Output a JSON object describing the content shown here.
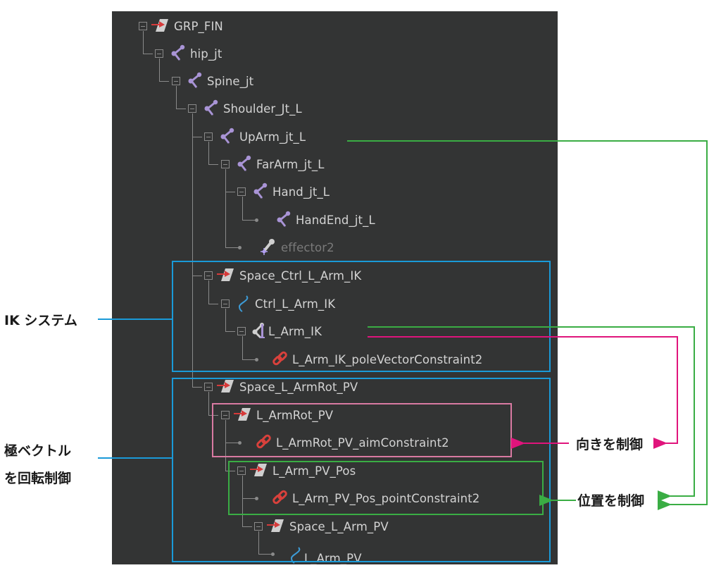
{
  "outliner": {
    "nodes": [
      {
        "label": "GRP_FIN",
        "icon": "group-transform-icon"
      },
      {
        "label": "hip_jt",
        "icon": "joint-icon"
      },
      {
        "label": "Spine_jt",
        "icon": "joint-icon"
      },
      {
        "label": "Shoulder_Jt_L",
        "icon": "joint-icon"
      },
      {
        "label": "UpArm_jt_L",
        "icon": "joint-icon"
      },
      {
        "label": "FarArm_jt_L",
        "icon": "joint-icon"
      },
      {
        "label": "Hand_jt_L",
        "icon": "joint-icon"
      },
      {
        "label": "HandEnd_jt_L",
        "icon": "joint-icon"
      },
      {
        "label": "effector2",
        "icon": "ik-effector-icon"
      },
      {
        "label": "Space_Ctrl_L_Arm_IK",
        "icon": "group-transform-icon"
      },
      {
        "label": "Ctrl_L_Arm_IK",
        "icon": "nurbs-curve-icon"
      },
      {
        "label": "L_Arm_IK",
        "icon": "ik-handle-icon"
      },
      {
        "label": "L_Arm_IK_poleVectorConstraint2",
        "icon": "constraint-link-icon"
      },
      {
        "label": "Space_L_ArmRot_PV",
        "icon": "group-transform-icon"
      },
      {
        "label": "L_ArmRot_PV",
        "icon": "group-transform-icon"
      },
      {
        "label": "L_ArmRot_PV_aimConstraint2",
        "icon": "constraint-link-icon"
      },
      {
        "label": "L_Arm_PV_Pos",
        "icon": "group-transform-icon"
      },
      {
        "label": "L_Arm_PV_Pos_pointConstraint2",
        "icon": "constraint-link-icon"
      },
      {
        "label": "Space_L_Arm_PV",
        "icon": "group-transform-icon"
      },
      {
        "label": "L_Arm_PV",
        "icon": "nurbs-curve-icon"
      }
    ]
  },
  "annotations": {
    "ik_system": "IK システム",
    "pole_vector_line1": "極ベクトル",
    "pole_vector_line2": "を回転制御",
    "controls_orientation": "向きを制御",
    "controls_position": "位置を制御"
  },
  "colors": {
    "panel_bg": "#333434",
    "tree_text": "#d3d3d3",
    "tree_lines": "#8a8a8a",
    "joint_icon": "#a994d6",
    "constraint_icon": "#d9413c",
    "curve_icon": "#3d9bd6",
    "ik_system_box": "#1a9ad8",
    "orientation_box": "#d97aa2",
    "position_box": "#3aad44",
    "orientation_arrow": "#e0147c",
    "position_arrow": "#3aad44"
  }
}
